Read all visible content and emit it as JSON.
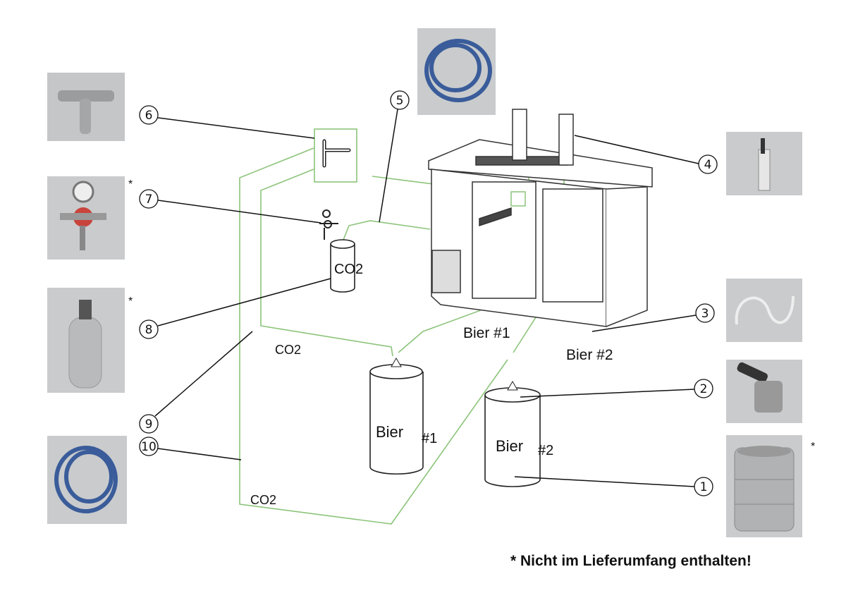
{
  "labels": {
    "bier1": "Bier #1",
    "bier2": "Bier #2",
    "co2_upper": "CO2",
    "co2_lower": "CO2",
    "co2_bottle": "CO2",
    "keg1_text": "Bier",
    "keg1_num": "#1",
    "keg2_text": "Bier",
    "keg2_num": "#2"
  },
  "callouts": [
    "1",
    "2",
    "3",
    "4",
    "5",
    "6",
    "7",
    "8",
    "9",
    "10"
  ],
  "asterisk": "*",
  "footer": "* Nicht im Lieferumfang enthalten!",
  "colors": {
    "line_green": "#8cc47a",
    "leader": "#111111",
    "photo_bg": "#c9cbcd"
  }
}
